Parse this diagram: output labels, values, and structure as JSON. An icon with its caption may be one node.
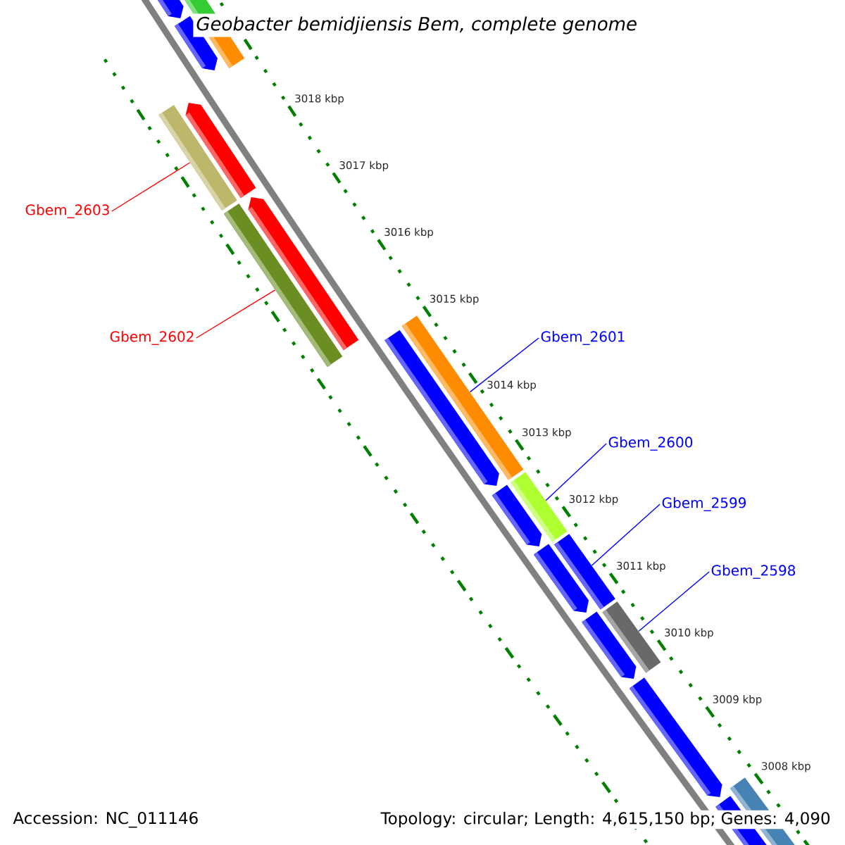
{
  "diagram": {
    "title": "Geobacter bemidjiensis Bem, complete genome",
    "nodes": [
      {
        "text": [
          "Gbem_2603"
        ]
      },
      {
        "text": [
          "Gbem_2602"
        ]
      },
      {
        "text": [
          "Gbem_2601"
        ]
      },
      {
        "text": [
          "Gbem_2600"
        ]
      },
      {
        "text": [
          "Gbem_2599"
        ]
      },
      {
        "text": [
          "Gbem_2598"
        ]
      },
      {
        "text": [],
        "shape": "bar"
      },
      {
        "text": [],
        "shape": "bar"
      },
      {
        "text": [],
        "shape": "bar"
      },
      {
        "text": [],
        "shape": "bar"
      },
      {
        "text": [],
        "shape": "bar"
      },
      {
        "text": [],
        "shape": "bar"
      }
    ],
    "edges": [
      {
        "from": 0,
        "to": 6,
        "arrow": "none",
        "color": "#ff0000"
      },
      {
        "from": 1,
        "to": 7,
        "arrow": "none",
        "color": "#ff0000"
      },
      {
        "from": 2,
        "to": 8,
        "arrow": "none"
      },
      {
        "from": 3,
        "to": 9,
        "arrow": "none"
      },
      {
        "from": 4,
        "to": 10,
        "arrow": "none"
      },
      {
        "from": 5,
        "to": 11,
        "arrow": "none"
      }
    ],
    "labels": [
      "3018 kbp",
      "3017 kbp",
      "3016 kbp",
      "3015 kbp",
      "3014 kbp",
      "3013 kbp",
      "3012 kbp",
      "3011 kbp",
      "3010 kbp",
      "3009 kbp",
      "3008 kbp",
      "Accession: NC_011146",
      "Topology: circular; Length: 4,615,150 bp; Genes: 4,090"
    ]
  }
}
